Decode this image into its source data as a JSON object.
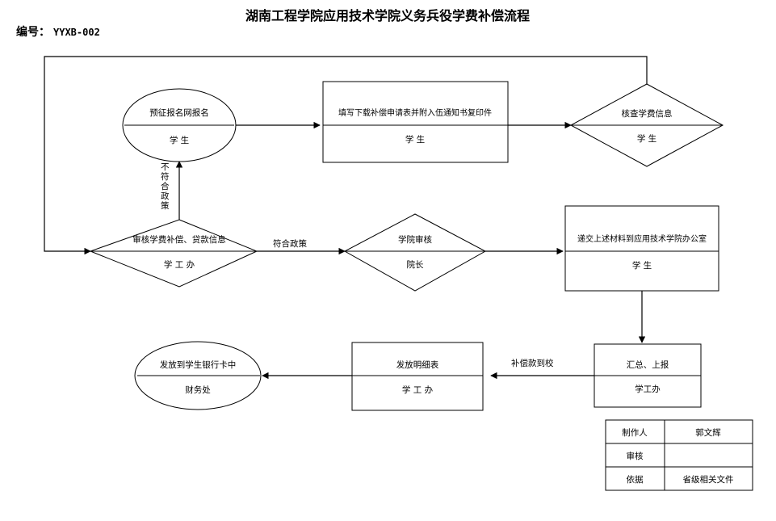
{
  "header": {
    "doc_no_label": "编号：",
    "doc_no_value": "YYXB-002",
    "title": "湖南工程学院应用技术学院义务兵役学费补偿流程"
  },
  "nodes": {
    "pre_register": {
      "title": "预征报名网报名",
      "actor": "学 生",
      "shape": "ellipse"
    },
    "fill_form": {
      "title": "填写下载补偿申请表并附入伍通知书复印件",
      "actor": "学 生",
      "shape": "rect"
    },
    "verify_fee": {
      "title": "核查学费信息",
      "actor": "学 生",
      "shape": "diamond"
    },
    "review_subsidy": {
      "title": "审核学费补偿、贷款信息",
      "actor": "学 工 办",
      "shape": "diamond"
    },
    "college_review": {
      "title": "学院审核",
      "actor": "院长",
      "shape": "diamond"
    },
    "submit_materials": {
      "title": "递交上述材料到应用技术学院办公室",
      "actor": "学 生",
      "shape": "rect"
    },
    "summarize_report": {
      "title": "汇总、上报",
      "actor": "学工办",
      "shape": "rect"
    },
    "detail_sheet": {
      "title": "发放明细表",
      "actor": "学 工 办",
      "shape": "rect"
    },
    "disburse_card": {
      "title": "发放到学生银行卡中",
      "actor": "财务处",
      "shape": "ellipse"
    }
  },
  "edge_labels": {
    "not_eligible": "不符合政策",
    "eligible": "符合政策",
    "funds_arrived": "补偿款到校"
  },
  "signature_table": {
    "rows": [
      {
        "label": "制作人",
        "value": "郭文辉"
      },
      {
        "label": "审核",
        "value": ""
      },
      {
        "label": "依据",
        "value": "省级相关文件"
      }
    ]
  },
  "colors": {
    "stroke": "#000000",
    "fill": "#ffffff",
    "text": "#000000"
  }
}
